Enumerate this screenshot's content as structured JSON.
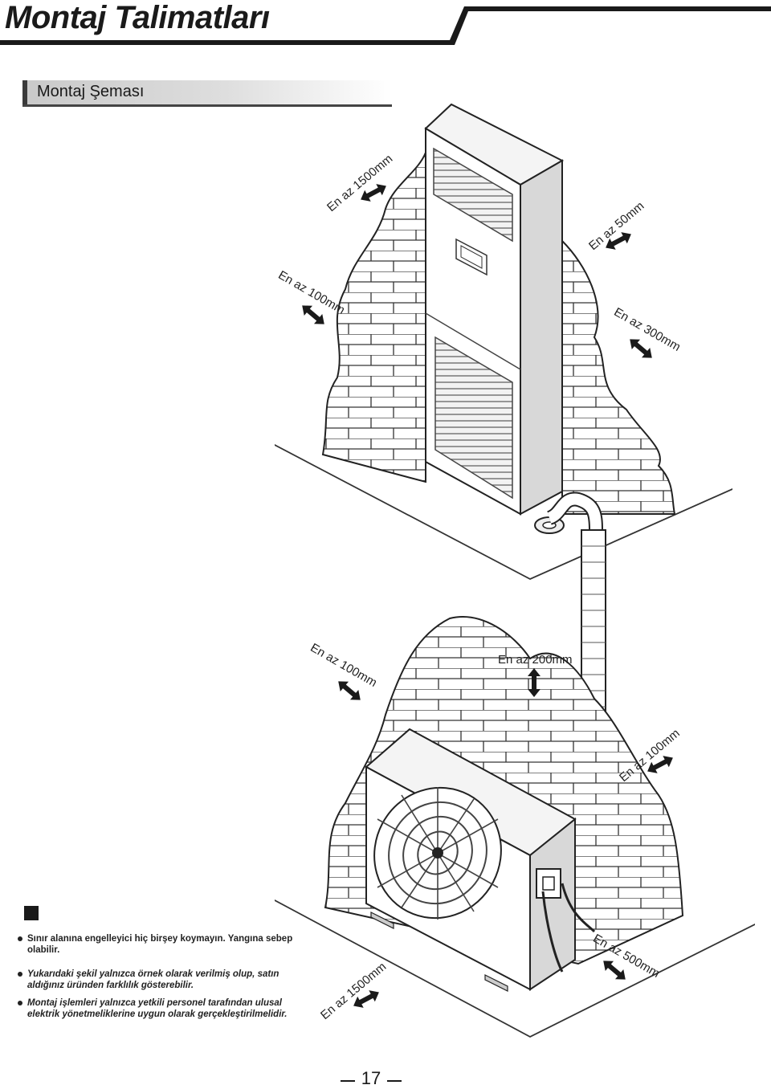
{
  "header": {
    "title": "Montaj Talimatları",
    "section_title": "Montaj Şeması"
  },
  "diagram": {
    "labels": [
      "En az 1500mm",
      "En az 50mm",
      "En az 100mm",
      "En az 300mm",
      "En az 100mm",
      "En az 200mm",
      "En az 100mm",
      "En az 500mm",
      "En az 1500mm"
    ]
  },
  "notes": [
    "Sınır alanına engelleyici hiç birşey koymayın. Yangına sebep olabilir.",
    "Yukarıdaki şekil yalnızca örnek olarak verilmiş  olup, satın aldığınız üründen farklılık gösterebilir.",
    "Montaj işlemleri yalnızca yetkili personel tarafından ulusal elektrik yönetmeliklerine uygun olarak gerçekleştirilmelidir."
  ],
  "footer": {
    "page_number": "17"
  }
}
